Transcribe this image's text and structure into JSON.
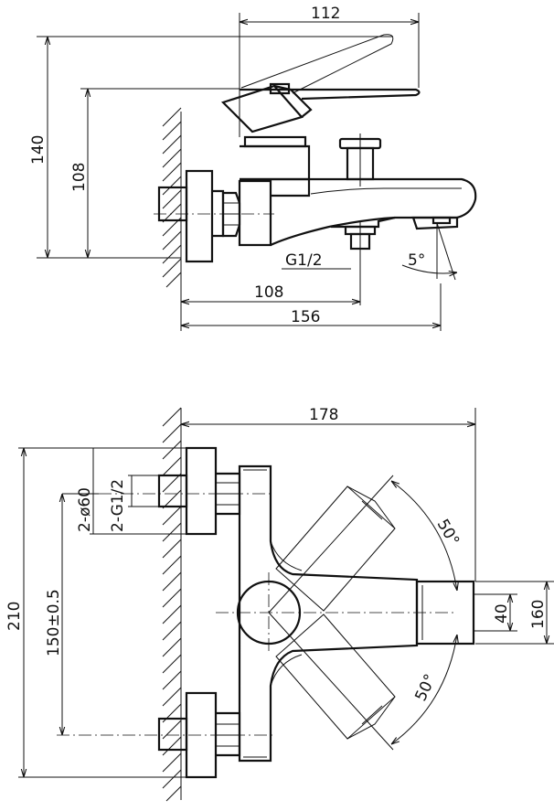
{
  "top_view": {
    "dims": {
      "width_112": "112",
      "height_140": "140",
      "height_108": "108",
      "thread": "G1/2",
      "angle_5": "5°",
      "length_108": "108",
      "length_156": "156"
    }
  },
  "bottom_view": {
    "dims": {
      "width_178": "178",
      "diam": "2-ø60",
      "thread": "2-G1/2",
      "height_210": "210",
      "spacing": "150±0.5",
      "height_40": "40",
      "height_160": "160",
      "angle_upper": "50°",
      "angle_lower": "50°"
    }
  }
}
